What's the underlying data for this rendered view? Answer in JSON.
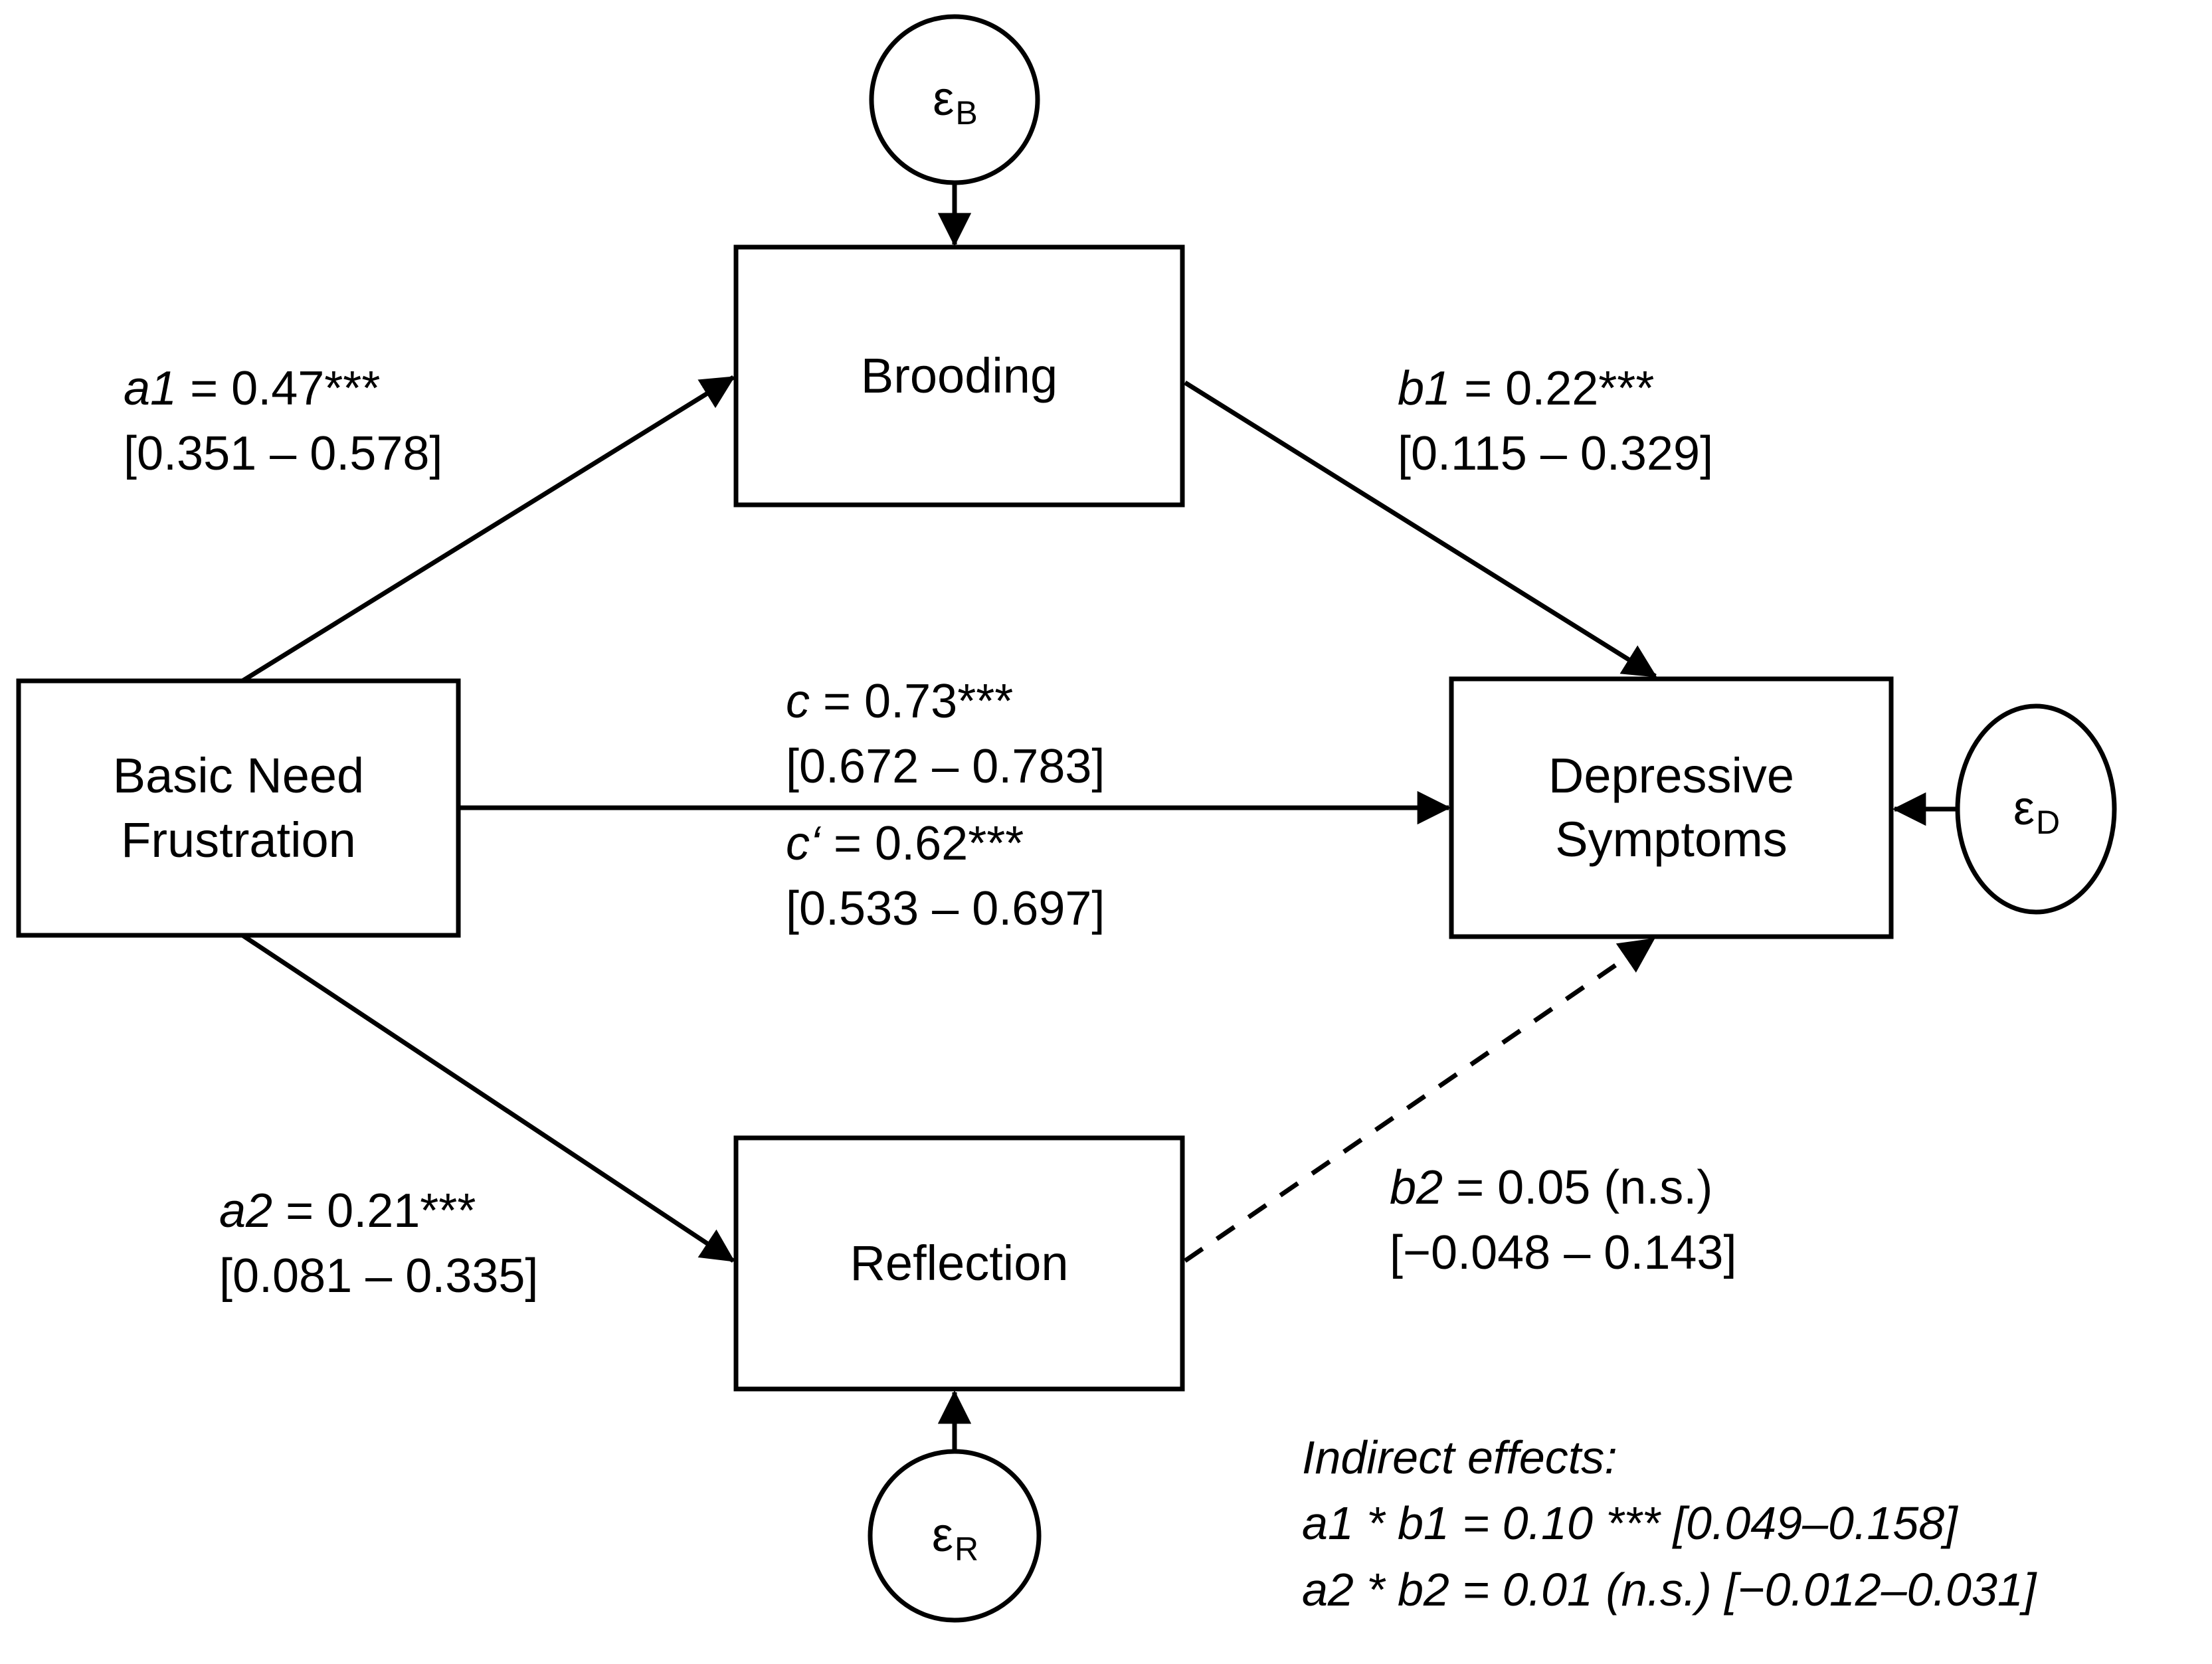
{
  "diagram": {
    "type": "path-diagram",
    "title": "Parallel mediation model: Basic Need Frustration on Depressive Symptoms via Brooding and Reflection",
    "nodes": [
      {
        "id": "bnf",
        "label": "Basic Need\nFrustration",
        "shape": "rectangle"
      },
      {
        "id": "brooding",
        "label": "Brooding",
        "shape": "rectangle"
      },
      {
        "id": "reflection",
        "label": "Reflection",
        "shape": "rectangle"
      },
      {
        "id": "depressive",
        "label": "Depressive\nSymptoms",
        "shape": "rectangle"
      }
    ],
    "errors": [
      {
        "id": "eB",
        "glyph": "ε",
        "subscript": "B",
        "shape": "circle",
        "target": "brooding"
      },
      {
        "id": "eR",
        "glyph": "ε",
        "subscript": "R",
        "shape": "circle",
        "target": "reflection"
      },
      {
        "id": "eD",
        "glyph": "ε",
        "subscript": "D",
        "shape": "circle",
        "target": "depressive"
      }
    ],
    "paths": {
      "a1": {
        "coef": "a1",
        "estimate_line": " = 0.47***",
        "ci_line": "[0.351 – 0.578]",
        "from": "bnf",
        "to": "brooding",
        "value": 0.47,
        "ci": [
          0.351,
          0.578
        ],
        "significance": "***",
        "style": "solid"
      },
      "b1": {
        "coef": "b1",
        "estimate_line": " = 0.22***",
        "ci_line": "[0.115 – 0.329]",
        "from": "brooding",
        "to": "depressive",
        "value": 0.22,
        "ci": [
          0.115,
          0.329
        ],
        "significance": "***",
        "style": "solid"
      },
      "c": {
        "coef": "c",
        "estimate_line": " = 0.73***",
        "ci_line": "[0.672 – 0.783]",
        "from": "bnf",
        "to": "depressive",
        "value": 0.73,
        "ci": [
          0.672,
          0.783
        ],
        "significance": "***",
        "style": "solid"
      },
      "cprime": {
        "coef": "c‘",
        "estimate_line": " = 0.62***",
        "ci_line": "[0.533 – 0.697]",
        "from": "bnf",
        "to": "depressive",
        "value": 0.62,
        "ci": [
          0.533,
          0.697
        ],
        "significance": "***",
        "style": "solid"
      },
      "a2": {
        "coef": "a2",
        "estimate_line": " = 0.21***",
        "ci_line": "[0.081 – 0.335]",
        "from": "bnf",
        "to": "reflection",
        "value": 0.21,
        "ci": [
          0.081,
          0.335
        ],
        "significance": "***",
        "style": "solid"
      },
      "b2": {
        "coef": "b2",
        "estimate_line": " = 0.05 (n.s.)",
        "ci_line": "[−0.048 – 0.143]",
        "from": "reflection",
        "to": "depressive",
        "value": 0.05,
        "ci": [
          -0.048,
          0.143
        ],
        "significance": "n.s.",
        "style": "dashed"
      }
    },
    "indirect_effects": {
      "heading": "Indirect effects:",
      "lines": [
        "a1 * b1 = 0.10 *** [0.049–0.158]",
        "a2 * b2 = 0.01 (n.s.) [−0.012–0.031]"
      ],
      "rows": [
        {
          "label": "a1 * b1",
          "value": 0.1,
          "significance": "***",
          "ci": [
            0.049,
            0.158
          ]
        },
        {
          "label": "a2 * b2",
          "value": 0.01,
          "significance": "n.s.",
          "ci": [
            -0.012,
            0.031
          ]
        }
      ]
    },
    "colors": {
      "stroke": "#000000",
      "background": "#ffffff",
      "text": "#000000"
    }
  }
}
